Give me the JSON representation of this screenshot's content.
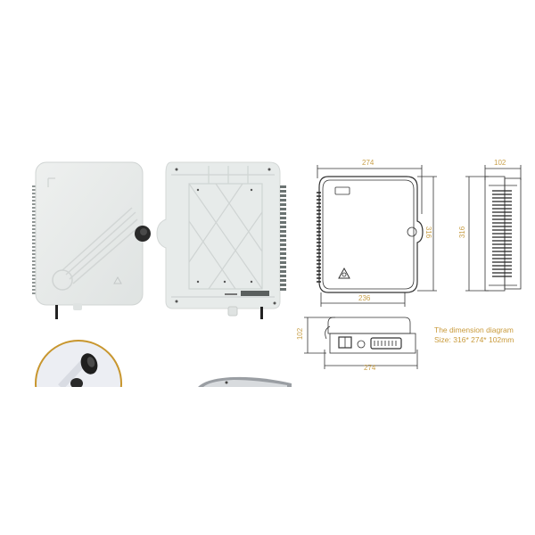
{
  "photos": {
    "front_view": {
      "label": "Front view of fiber distribution box"
    },
    "back_view": {
      "label": "Back view of fiber distribution box"
    },
    "lock_closeup": {
      "label": "Lock close-up (cropped)"
    },
    "partial_view": {
      "label": "Partial product view (cropped)"
    }
  },
  "diagram": {
    "front": {
      "width_top": "274",
      "height_right": "316",
      "width_bottom": "236"
    },
    "side": {
      "depth_top": "102",
      "height_left": "316"
    },
    "bottom": {
      "depth_left": "102",
      "width_bottom": "274"
    },
    "caption": {
      "line1": "The dimension diagram",
      "line2": "Size: 316* 274* 102mm"
    }
  },
  "colors": {
    "dimension_text": "#c9a04a",
    "caption_text": "#c99a3a",
    "enclosure_body": "#e6e9e8",
    "line": "#333333",
    "lock_ring": "#c8962e"
  }
}
